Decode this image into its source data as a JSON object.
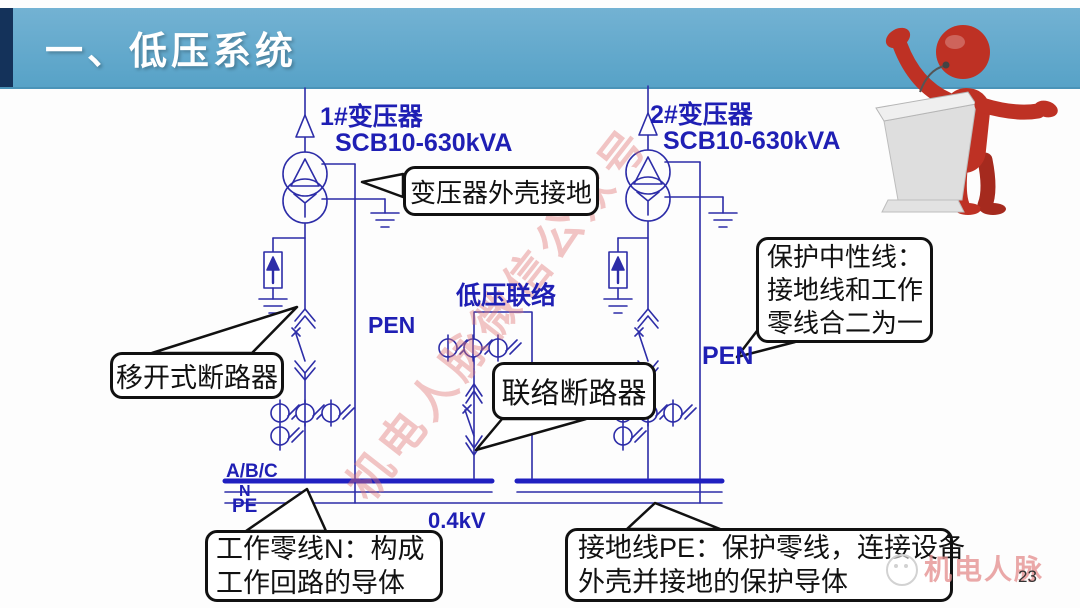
{
  "header": {
    "title": "一、低压系统"
  },
  "diagram": {
    "transformer1": {
      "name": "1#变压器",
      "spec": "SCB10-630kVA"
    },
    "transformer2": {
      "name": "2#变压器",
      "spec": "SCB10-630kVA"
    },
    "tie_label": "低压联络",
    "pen_label_left": "PEN",
    "pen_label_right": "PEN",
    "bus": {
      "phases": "A/B/C",
      "neutral": "N",
      "protective_earth": "PE",
      "voltage": "0.4kV"
    }
  },
  "callouts": {
    "transformer_shell": "变压器外壳接地",
    "withdrawable_breaker": "移开式断路器",
    "tie_breaker": "联络断路器",
    "protective_neutral": [
      "保护中性线：",
      "接地线和工作",
      "零线合二为一"
    ],
    "working_neutral": [
      "工作零线N：构成",
      "工作回路的导体"
    ],
    "pe_conductor": [
      "接地线PE：保护零线，连接设备",
      "外壳并接地的保护导体"
    ]
  },
  "watermark": {
    "diagonal": "机电人脉微信公众号",
    "footer": "机电人脉"
  },
  "footer": {
    "page_number": "23"
  },
  "colors": {
    "header_band": "#5ea8cb",
    "header_accent": "#14325a",
    "schematic_line": "#2d2da8",
    "bus_line": "#1f1fc0",
    "label_text": "#1f1fb4",
    "callout_border": "#111111",
    "watermark_pink": "#e07474",
    "figure_red": "#be3124"
  }
}
